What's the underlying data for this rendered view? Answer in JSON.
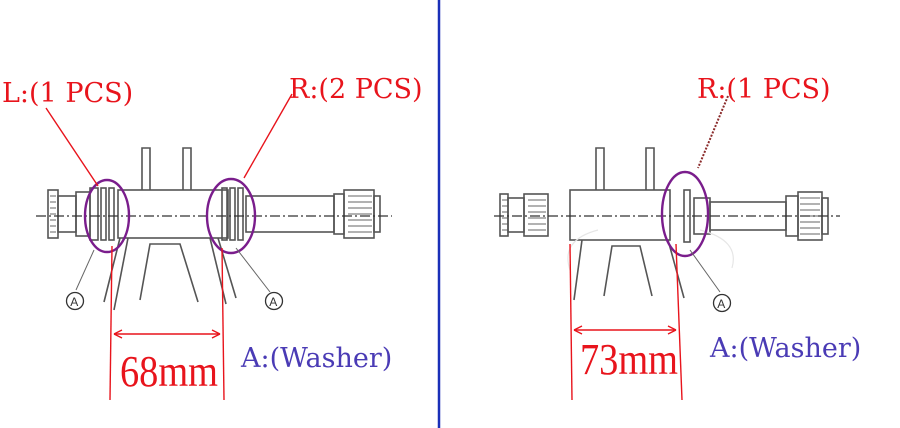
{
  "left_panel": {
    "label_left": "L:(1 PCS)",
    "label_right": "R:(2 PCS)",
    "callout_a1": "A",
    "callout_a2": "A",
    "dimension": "68mm",
    "washer_label": "A:(Washer)"
  },
  "right_panel": {
    "label_right": "R:(1 PCS)",
    "callout_a": "A",
    "dimension": "73mm",
    "washer_label": "A:(Washer)"
  },
  "colors": {
    "label_red": "#e8141c",
    "washer_blue": "#4a3bb5",
    "ring_purple": "#7a1d8c",
    "divider_blue": "#1a2fb8"
  }
}
